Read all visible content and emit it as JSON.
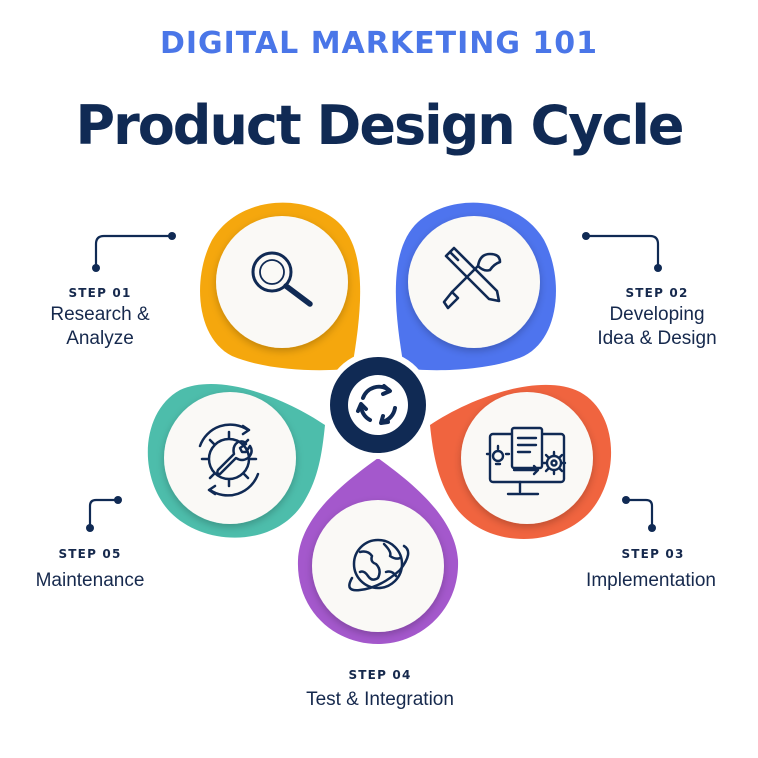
{
  "kicker": "DIGITAL MARKETING 101",
  "title": "Product Design Cycle",
  "colors": {
    "kicker": "#4a76e8",
    "title": "#102a54",
    "text": "#16294d",
    "connector": "#102a54",
    "center": "#102a54",
    "step01": "#f5a70d",
    "step02": "#4e74ee",
    "step03": "#f0643f",
    "step04": "#a458cc",
    "step05": "#4dbdab",
    "inner_circle": "#faf9f6"
  },
  "center_icon": "cycle-arrows-icon",
  "steps": [
    {
      "label": "STEP 01",
      "name_lines": [
        "Research &",
        "Analyze"
      ],
      "icon": "magnifier-icon"
    },
    {
      "label": "STEP 02",
      "name_lines": [
        "Developing",
        "Idea & Design"
      ],
      "icon": "pencil-brush-icon"
    },
    {
      "label": "STEP 03",
      "name_lines": [
        "Implementation"
      ],
      "icon": "monitor-gear-icon"
    },
    {
      "label": "STEP 04",
      "name_lines": [
        "Test & Integration"
      ],
      "icon": "globe-orbit-icon"
    },
    {
      "label": "STEP 05",
      "name_lines": [
        "Maintenance"
      ],
      "icon": "gear-wrench-icon"
    }
  ]
}
